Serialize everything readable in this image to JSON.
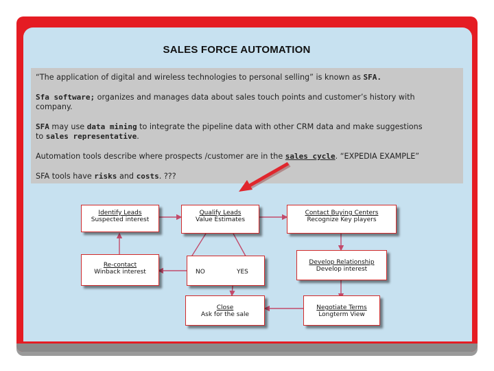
{
  "title": "SALES FORCE AUTOMATION",
  "paragraphs": {
    "p1_text": "“The application of digital and wireless technologies to personal selling” is known as ",
    "p1_strong": "SFA.",
    "p2_strong": "Sfa software;",
    "p2_text_a": " organizes and manages data about sales touch points and customer’s history with",
    "p2_text_b": "company.",
    "p3_strong_a": "SFA",
    "p3_text_a": " may use ",
    "p3_strong_b": "data mining",
    "p3_text_b": " to integrate the pipeline data with other CRM data and make suggestions",
    "p3_text_c": "to ",
    "p3_strong_c": "sales representative",
    "p3_text_d": ".",
    "p4_text_a": "Automation tools describe where prospects /customer are in the ",
    "p4_strong": "sales cycle",
    "p4_text_b": ". “EXPEDIA EXAMPLE”",
    "p5_text_a": "SFA tools have ",
    "p5_strong_a": "risks",
    "p5_text_b": " and ",
    "p5_strong_b": "costs",
    "p5_text_c": ". ???"
  },
  "flow": {
    "identify": {
      "line1": "Identify Leads",
      "line2": "Suspected interest"
    },
    "qualify": {
      "line1": "Qualify Leads",
      "line2": "Value Estimates"
    },
    "contact": {
      "line1": "Contact Buying Centers",
      "line2": "Recognize Key players"
    },
    "recontact": {
      "line1": "Re-contact",
      "line2": "Winback interest"
    },
    "develop": {
      "line1": "Develop Relationship",
      "line2": "Develop interest"
    },
    "close": {
      "line1": "Close",
      "line2": "Ask for the sale"
    },
    "negotiate": {
      "line1": "Negotiate Terms",
      "line2": "Longterm View"
    },
    "no_label": "NO",
    "yes_label": "YES"
  },
  "colors": {
    "frame": "#e51c23",
    "panel": "#c7e1f0",
    "text_box": "#c8c8c8",
    "connector": "#c24a6a",
    "pointer_arrow": "#e0262d"
  }
}
